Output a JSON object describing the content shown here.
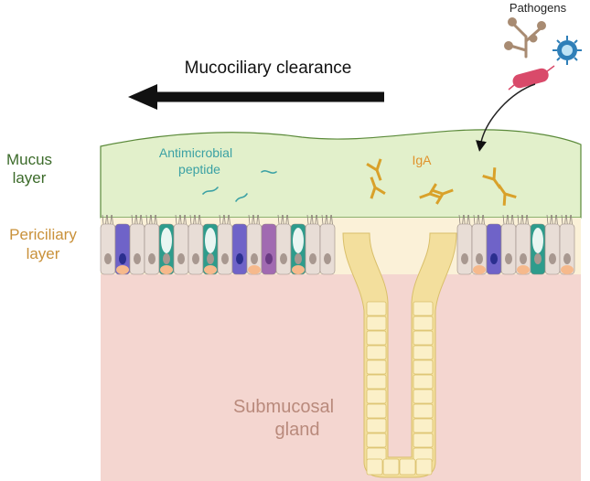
{
  "labels": {
    "pathogens": "Pathogens",
    "mucociliary_clearance": "Mucociliary clearance",
    "mucus_layer_line1": "Mucus",
    "mucus_layer_line2": "layer",
    "periciliary_layer_line1": "Periciliary",
    "periciliary_layer_line2": "layer",
    "antimicrobial_line1": "Antimicrobial",
    "antimicrobial_line2": "peptide",
    "iga": "IgA",
    "submucosal_line1": "Submucosal",
    "submucosal_line2": "gland"
  },
  "colors": {
    "mucus": "#e2f0cb",
    "mucus_edge": "#5b8a3a",
    "mucus_text": "#3c6b2a",
    "periciliary": "#fbf1d8",
    "periciliary_text": "#c9913a",
    "tissue": "#f4d6d0",
    "gland_outer": "#f3df9d",
    "gland_cell": "#fbf0c8",
    "antimicrobial_text": "#3ba1a4",
    "iga": "#d9a12a",
    "iga_text": "#e0922c",
    "submucosal_text": "#b98a7c",
    "ciliated_cell": "#e8ddd6",
    "nucleus": "#a89890",
    "goblet_cell": "#2e9c8c",
    "club_cell": "#6f63c8",
    "basal_cell": "#f6b98c",
    "ionocyte": "#a16ab1",
    "arrow": "#111111",
    "bacterium": "#d94a6a",
    "virus": "#2f7fb8",
    "fungus": "#a88b72"
  }
}
